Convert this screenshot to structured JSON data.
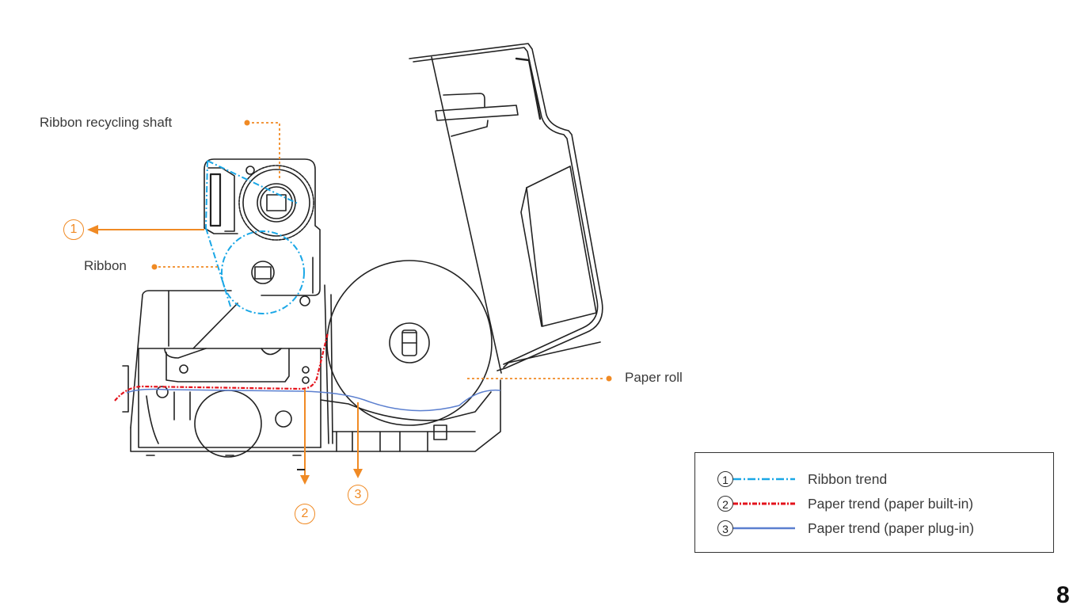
{
  "diagram": {
    "subject": "Label printer with open top cover — ribbon and paper path",
    "callouts": {
      "ribbon_recycling_shaft": "Ribbon recycling shaft",
      "ribbon": "Ribbon",
      "paper_roll": "Paper roll"
    },
    "path_markers": {
      "ribbon_exit": "①",
      "paper_built_in_exit": "②",
      "paper_plug_in_exit": "③"
    },
    "colors": {
      "callout_orange": "#f08a24",
      "ribbon_trend": "#1aa7e6",
      "paper_built_in": "#e3121b",
      "paper_plug_in": "#5b7fcf",
      "outline": "#222222"
    }
  },
  "legend": {
    "items": [
      {
        "marker": "①",
        "style": "dash-dot blue",
        "label": "Ribbon trend"
      },
      {
        "marker": "②",
        "style": "dash-dot red",
        "label": "Paper trend (paper built-in)"
      },
      {
        "marker": "③",
        "style": "solid blue",
        "label": "Paper trend (paper plug-in)"
      }
    ]
  },
  "page": {
    "number": "8"
  }
}
